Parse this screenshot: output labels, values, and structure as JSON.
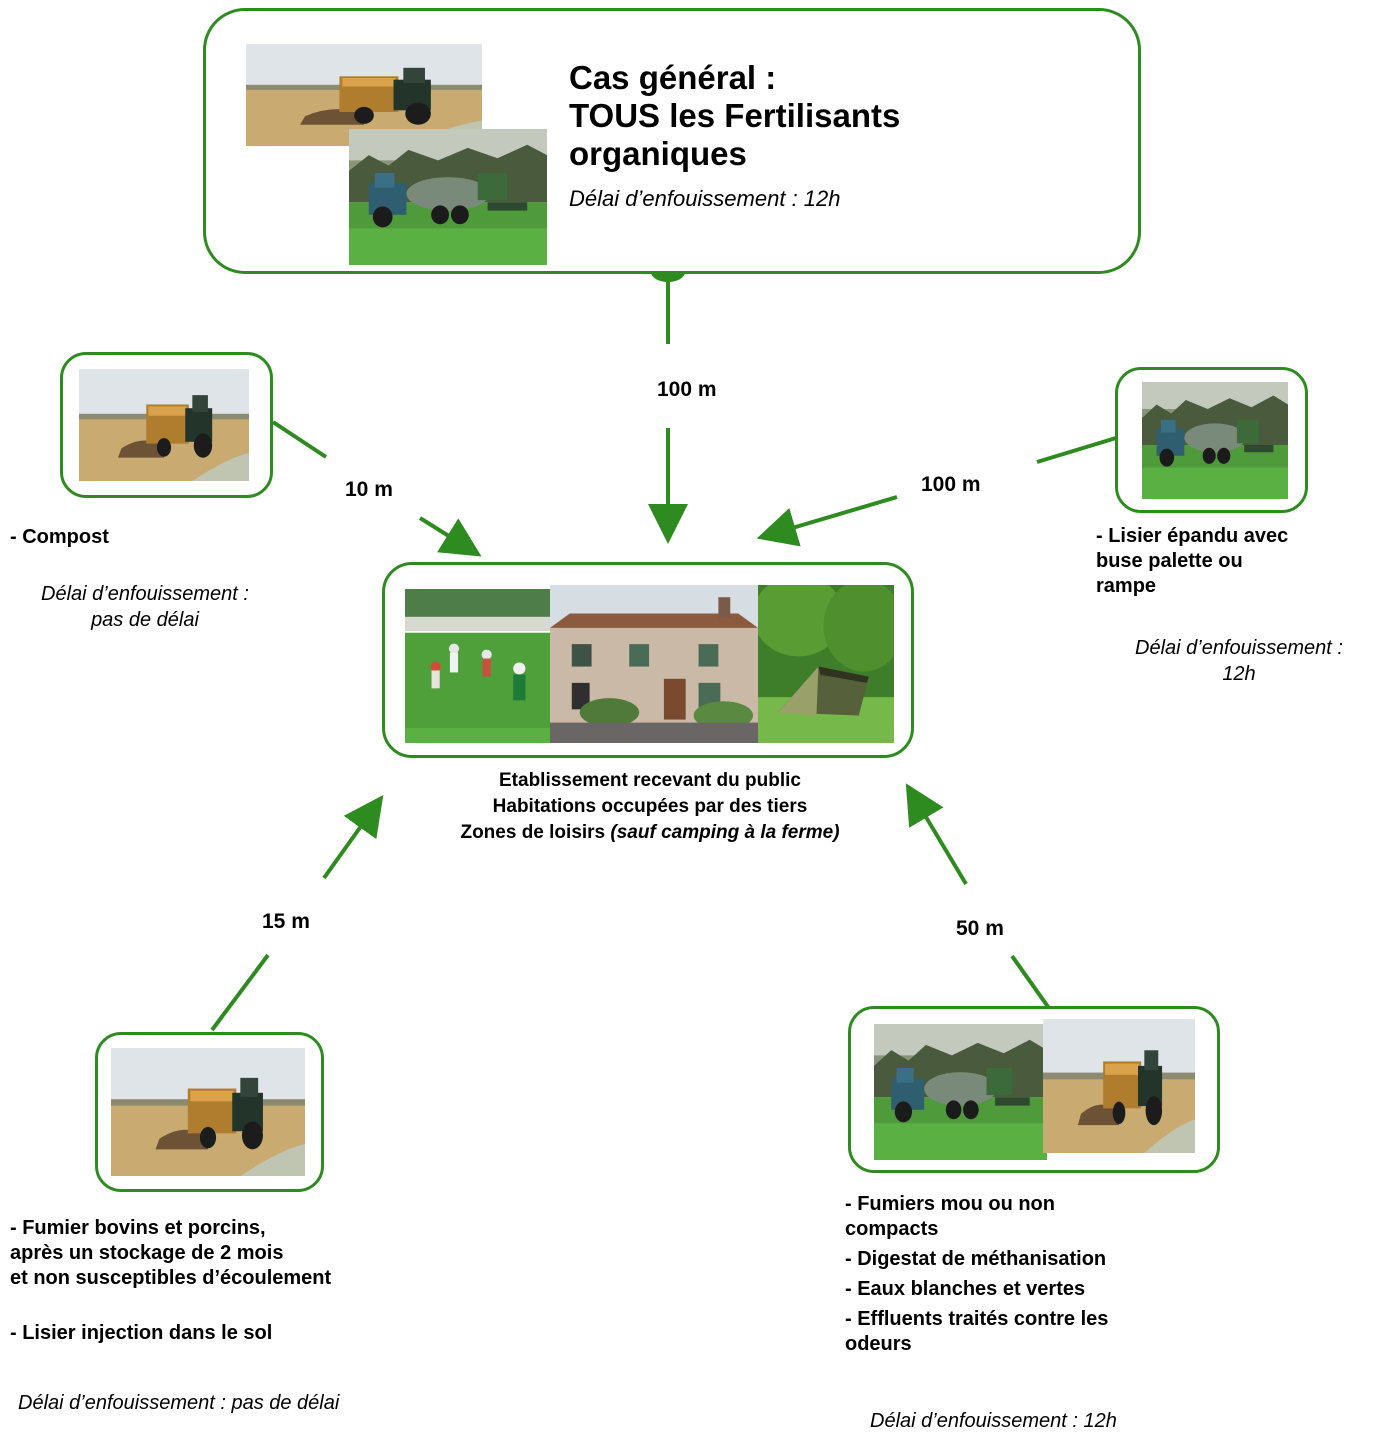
{
  "general": {
    "title_line1": "Cas général :",
    "title_line2": "TOUS les Fertilisants",
    "title_line3": "organiques",
    "delay": "Délai d’enfouissement : 12h"
  },
  "distances": {
    "top": "100 m",
    "top_left": "10 m",
    "top_right": "100 m",
    "bottom_left": "15 m",
    "bottom_right": "50 m"
  },
  "center": {
    "line1": "Etablissement recevant du public",
    "line2": "Habitations occupées par des tiers",
    "line3_plain": "Zones de loisirs ",
    "line3_italic": "(sauf camping à la ferme)"
  },
  "compost": {
    "item": "- Compost",
    "delay_line1": "Délai d’enfouissement :",
    "delay_line2": "pas de délai"
  },
  "lisier_palette": {
    "item_line1": "- Lisier épandu avec",
    "item_line2": "buse palette ou",
    "item_line3": "rampe",
    "delay_line1": "Délai d’enfouissement :",
    "delay_line2": "12h"
  },
  "fumier_bovins": {
    "item1_line1": "- Fumier bovins et porcins,",
    "item1_line2": "après un stockage de 2 mois",
    "item1_line3": "et non susceptibles d’écoulement",
    "item2": "- Lisier injection dans le sol",
    "delay": "Délai d’enfouissement : pas de délai"
  },
  "fumiers_mou": {
    "item1_line1": "- Fumiers mou ou non",
    "item1_line2": "compacts",
    "item2": "- Digestat de méthanisation",
    "item3": "- Eaux blanches et vertes",
    "item4_line1": "- Effluents traités contre les",
    "item4_line2": "odeurs",
    "delay": "Délai d’enfouissement : 12h"
  },
  "colors": {
    "accent": "#2e8b1f"
  },
  "icons": {
    "tractor_field": "tractor-spreader-photo",
    "tanker_field": "slurry-tanker-photo",
    "football": "football-field-photo",
    "house": "house-photo",
    "tent": "camping-tent-photo"
  }
}
